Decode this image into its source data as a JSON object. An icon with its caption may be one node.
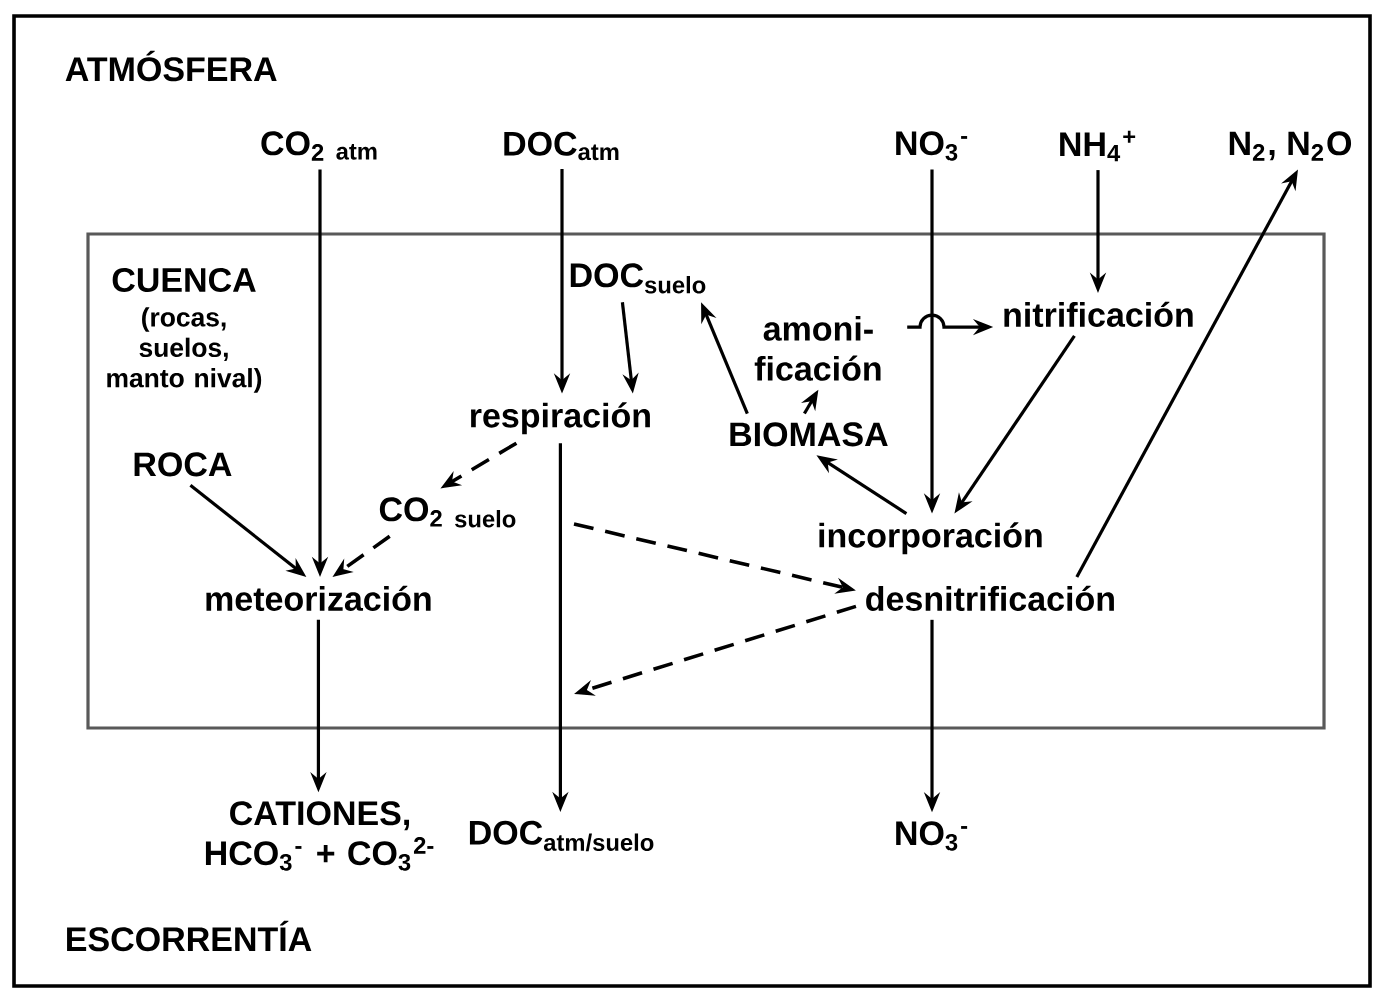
{
  "diagram": {
    "nodes": [
      {
        "text": [
          "CUENCA",
          "(rocas, suelos, manto nival)"
        ]
      },
      {
        "text": [
          "CO$_{2}$ $_{atm}$"
        ]
      },
      {
        "text": [
          "DOC$_{atm}$"
        ]
      },
      {
        "text": [
          "NO$_{3}$$^{-}$"
        ]
      },
      {
        "text": [
          "NH$_{4}$$^{+}$"
        ]
      },
      {
        "text": [
          "N$_{2}$, N$_{2}$O"
        ]
      },
      {
        "text": [
          "DOC$_{suelo}$"
        ],
        "in": 0
      },
      {
        "text": [
          "amoni- ficación"
        ],
        "in": 0
      },
      {
        "text": [
          "nitrificación"
        ],
        "in": 0
      },
      {
        "text": [
          "respiración"
        ],
        "in": 0
      },
      {
        "text": [
          "BIOMASA"
        ],
        "in": 0
      },
      {
        "text": [
          "ROCA"
        ],
        "in": 0
      },
      {
        "text": [
          "CO$_{2}$ $_{suelo}$"
        ],
        "in": 0
      },
      {
        "text": [
          "incorporación"
        ],
        "in": 0
      },
      {
        "text": [
          "meteorización"
        ],
        "in": 0
      },
      {
        "text": [
          "desnitrificación"
        ],
        "in": 0
      },
      {
        "text": [
          "CATIONES, HCO$_{3}$$^{-}$ + CO$_{3}$$^{2-}$"
        ]
      },
      {
        "text": [
          "DOC$_{atm/suelo}$"
        ]
      },
      {
        "text": [
          "NO$_{3}$$^{-}$"
        ]
      }
    ],
    "edges": [
      {
        "from": 1,
        "to": 14,
        "arrow": "to"
      },
      {
        "from": 2,
        "to": 9,
        "arrow": "to"
      },
      {
        "from": 6,
        "to": 9,
        "arrow": "to"
      },
      {
        "from": 10,
        "to": 6,
        "arrow": "to"
      },
      {
        "from": 10,
        "to": 7,
        "arrow": "to"
      },
      {
        "from": 7,
        "to": 8,
        "arrow": "to"
      },
      {
        "from": 4,
        "to": 8,
        "arrow": "to"
      },
      {
        "from": 3,
        "to": 13,
        "arrow": "to"
      },
      {
        "from": 8,
        "to": 13,
        "arrow": "to"
      },
      {
        "from": 13,
        "to": 10,
        "arrow": "to"
      },
      {
        "from": 15,
        "to": 5,
        "arrow": "to"
      },
      {
        "from": 9,
        "to": 12,
        "arrow": "to",
        "style": "dashed"
      },
      {
        "from": 12,
        "to": 14,
        "arrow": "to",
        "style": "dashed"
      },
      {
        "from": 11,
        "to": 14,
        "arrow": "to"
      },
      {
        "from": 14,
        "to": 16,
        "arrow": "to"
      },
      {
        "from": 9,
        "to": 17,
        "arrow": "to"
      },
      {
        "from": null,
        "to": 15,
        "arrow": "to",
        "style": "dashed"
      },
      {
        "from": 15,
        "to": null,
        "arrow": "to",
        "style": "dashed"
      },
      {
        "from": 15,
        "to": 18,
        "arrow": "to"
      }
    ],
    "labels": [
      "ATMÓSFERA",
      "ESCORRENTÍA"
    ]
  }
}
